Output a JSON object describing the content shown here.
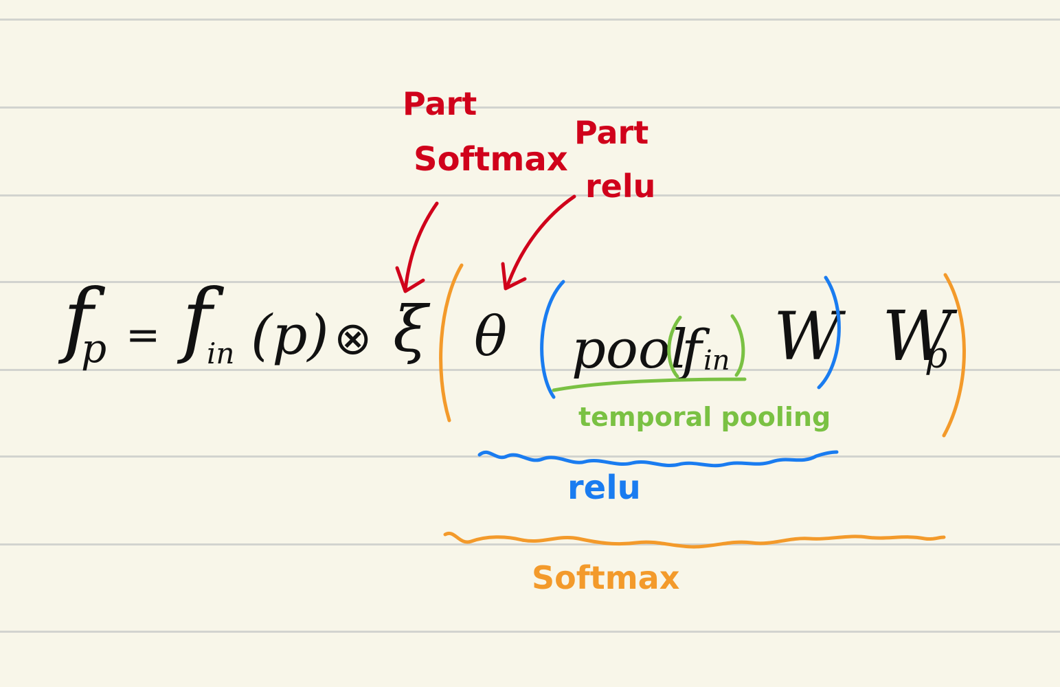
{
  "equation": {
    "lhs_f": "f",
    "lhs_sub": "p",
    "equals": "=",
    "fin_f": "f",
    "fin_sub": "in",
    "fin_arg": "(p)",
    "otimes": "⊗",
    "xi": "ξ",
    "theta": "θ",
    "pool_word": "pool",
    "pool_f": "f",
    "pool_sub": "in",
    "W": "W",
    "Wp_W": "W",
    "Wp_sub": "p"
  },
  "annotations": {
    "part_softmax_line1": "Part",
    "part_softmax_line2": "Softmax",
    "part_relu_line1": "Part",
    "part_relu_line2": "relu",
    "temporal_pooling": "temporal pooling",
    "relu": "relu",
    "softmax": "Softmax"
  },
  "colors": {
    "background": "#f8f6e9",
    "rule": "#d2d3cf",
    "ink": "#111111",
    "red": "#d0021b",
    "green": "#7ac143",
    "blue": "#1a7cf0",
    "orange": "#f39a2b"
  }
}
